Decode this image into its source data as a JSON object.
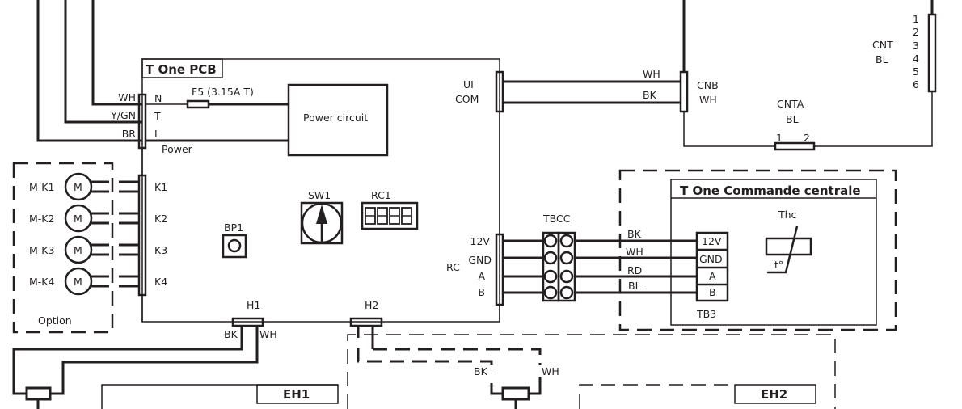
{
  "pcb": {
    "title": "T One PCB",
    "power_terminal": {
      "label": "Power",
      "pins": [
        "N",
        "T",
        "L"
      ],
      "wires": [
        "WH",
        "Y/GN",
        "BR"
      ]
    },
    "fuse": "F5 (3.15A T)",
    "power_circuit": "Power circuit",
    "k_terminal": {
      "pins": [
        "K1",
        "K2",
        "K3",
        "K4"
      ]
    },
    "bp1": "BP1",
    "sw1": "SW1",
    "rc1": "RC1",
    "ui_connector": {
      "labels": [
        "UI",
        "COM"
      ]
    },
    "rc_connector": {
      "label": "RC",
      "pins": [
        "12V",
        "GND",
        "A",
        "B"
      ]
    },
    "h1": "H1",
    "h2": "H2"
  },
  "option": {
    "label": "Option",
    "motors": [
      {
        "name": "M-K1",
        "symbol": "M"
      },
      {
        "name": "M-K2",
        "symbol": "M"
      },
      {
        "name": "M-K3",
        "symbol": "M"
      },
      {
        "name": "M-K4",
        "symbol": "M"
      }
    ]
  },
  "ui_wires": [
    "WH",
    "BK"
  ],
  "cnb": {
    "name": "CNB",
    "color": "WH"
  },
  "cnt": {
    "name": "CNT",
    "color": "BL",
    "pins": [
      "1",
      "2",
      "3",
      "4",
      "5",
      "6"
    ]
  },
  "cnta": {
    "name": "CNTA",
    "color": "BL",
    "pins": [
      "1",
      "2"
    ]
  },
  "tbcc": "TBCC",
  "rc_wires": [
    "BK",
    "WH",
    "RD",
    "BL"
  ],
  "commande": {
    "title": "T One Commande centrale",
    "tb3": {
      "name": "TB3",
      "pins": [
        "12V",
        "GND",
        "A",
        "B"
      ]
    },
    "thermistor": {
      "name": "Thc",
      "symbol": "t°"
    }
  },
  "h1_wires": [
    "BK",
    "WH"
  ],
  "h2_wires": [
    "BK",
    "WH"
  ],
  "heaters": [
    "EH1",
    "EH2"
  ]
}
